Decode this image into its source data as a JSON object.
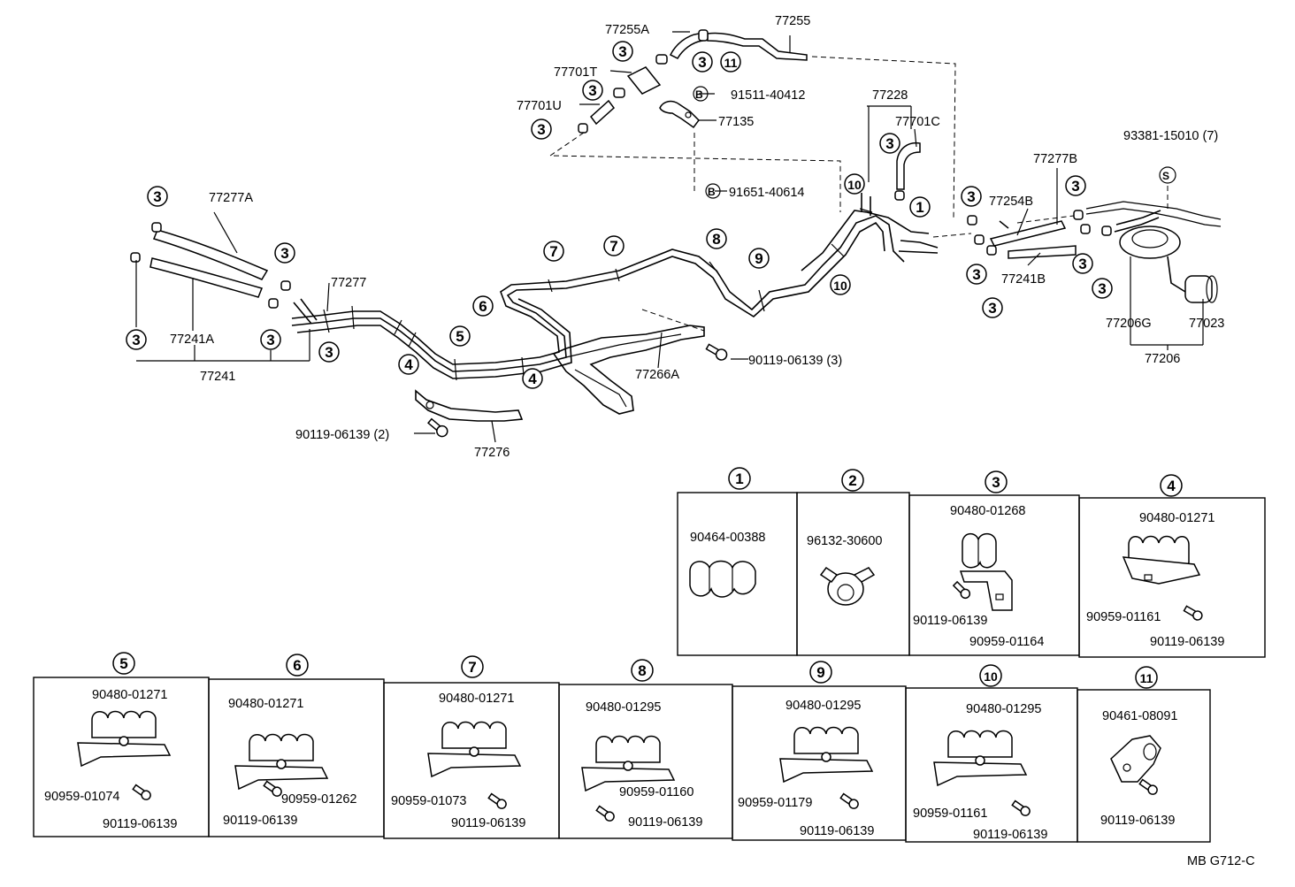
{
  "diagram": {
    "labels": {
      "p77255A": "77255A",
      "p77255": "77255",
      "p77701T": "77701T",
      "p77701U": "77701U",
      "p91511": "91511-40412",
      "p77135": "77135",
      "p91651": "91651-40614",
      "p77228": "77228",
      "p77701C": "77701C",
      "p93381": "93381-15010 (7)",
      "p77277B": "77277B",
      "p77254B": "77254B",
      "p77241B": "77241B",
      "p77206G": "77206G",
      "p77023": "77023",
      "p77206": "77206",
      "p77277A": "77277A",
      "p77241A": "77241A",
      "p77241": "77241",
      "p77277": "77277",
      "p77266A": "77266A",
      "p90119x3": "90119-06139 (3)",
      "p90119x2": "90119-06139 (2)",
      "p77276": "77276"
    },
    "symbols": {
      "B": "B",
      "S": "S"
    },
    "callouts": [
      "1",
      "2",
      "3",
      "4",
      "5",
      "6",
      "7",
      "8",
      "9",
      "10",
      "11"
    ],
    "drawing_code": "MB G712-C"
  },
  "detail_boxes": [
    {
      "num": "1",
      "parts": [
        "90464-00388"
      ]
    },
    {
      "num": "2",
      "parts": [
        "96132-30600"
      ]
    },
    {
      "num": "3",
      "parts": [
        "90480-01268",
        "90119-06139",
        "90959-01164"
      ]
    },
    {
      "num": "4",
      "parts": [
        "90480-01271",
        "90959-01161",
        "90119-06139"
      ]
    },
    {
      "num": "5",
      "parts": [
        "90480-01271",
        "90959-01074",
        "90119-06139"
      ]
    },
    {
      "num": "6",
      "parts": [
        "90480-01271",
        "90959-01262",
        "90119-06139"
      ]
    },
    {
      "num": "7",
      "parts": [
        "90480-01271",
        "90959-01073",
        "90119-06139"
      ]
    },
    {
      "num": "8",
      "parts": [
        "90480-01295",
        "90959-01160",
        "90119-06139"
      ]
    },
    {
      "num": "9",
      "parts": [
        "90480-01295",
        "90959-01179",
        "90119-06139"
      ]
    },
    {
      "num": "10",
      "parts": [
        "90480-01295",
        "90959-01161",
        "90119-06139"
      ]
    },
    {
      "num": "11",
      "parts": [
        "90461-08091",
        "90119-06139"
      ]
    }
  ]
}
